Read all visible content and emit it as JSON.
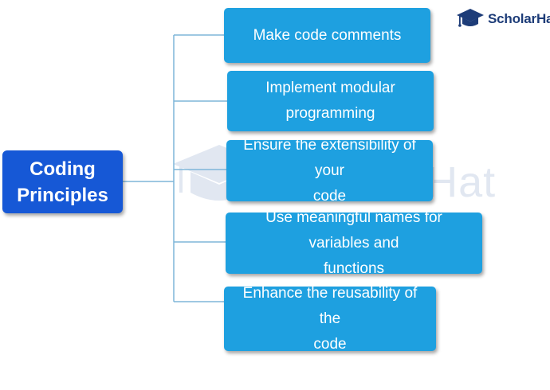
{
  "brand": {
    "logo_text": "ScholarHat",
    "watermark_text": "ScholarHat",
    "logo_icon": "graduation-cap-icon"
  },
  "colors": {
    "root_fill": "#1658d6",
    "child_fill": "#1ea0e0",
    "connector": "#7fb6d9",
    "text": "#ffffff",
    "brand": "#1d3c78"
  },
  "diagram": {
    "root": {
      "lines": [
        "Coding",
        "Principles"
      ]
    },
    "children": [
      {
        "lines": [
          "Make code comments"
        ]
      },
      {
        "lines": [
          "Implement modular",
          "programming"
        ]
      },
      {
        "lines": [
          "Ensure the extensibility of your",
          "code"
        ]
      },
      {
        "lines": [
          "Use meaningful names for variables and",
          "functions"
        ]
      },
      {
        "lines": [
          "Enhance the reusability of the",
          "code"
        ]
      }
    ]
  }
}
